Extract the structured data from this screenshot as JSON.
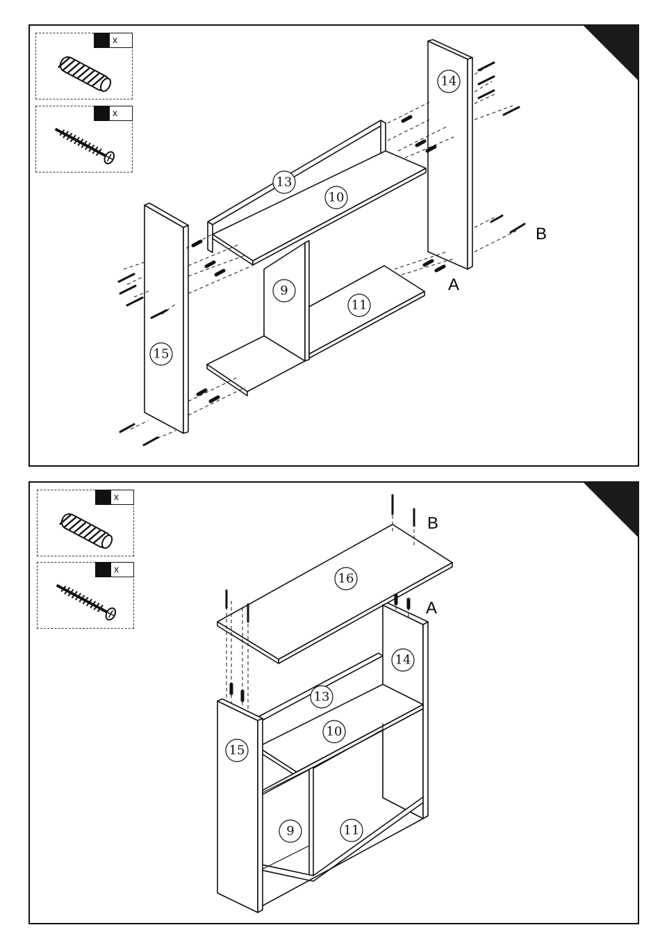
{
  "step1": {
    "hardware": [
      {
        "icon": "dowel-icon",
        "qty_marker": "x"
      },
      {
        "icon": "screw-icon",
        "qty_marker": "x"
      }
    ],
    "panels": {
      "p14": "14",
      "p13": "13",
      "p10": "10",
      "p9": "9",
      "p11": "11",
      "p15": "15"
    },
    "letters": {
      "a": "A",
      "b": "B"
    }
  },
  "step2": {
    "hardware": [
      {
        "icon": "dowel-icon",
        "qty_marker": "x"
      },
      {
        "icon": "screw-icon",
        "qty_marker": "x"
      }
    ],
    "panels": {
      "p16": "16",
      "p14": "14",
      "p13": "13",
      "p10": "10",
      "p15": "15",
      "p9": "9",
      "p11": "11"
    },
    "letters": {
      "a": "A",
      "b": "B"
    }
  }
}
